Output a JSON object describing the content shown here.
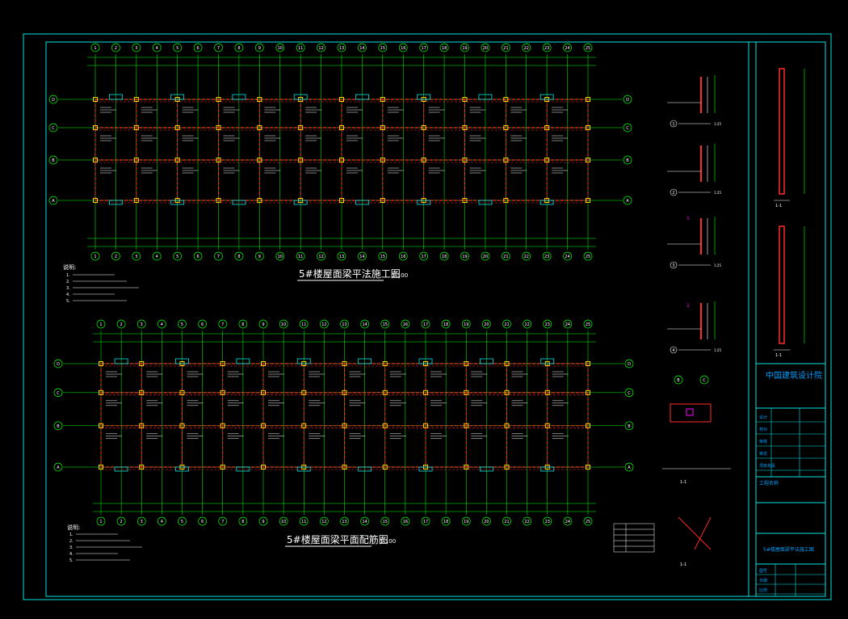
{
  "colors": {
    "background": "#000000",
    "frame": "#00e5e5",
    "grid_axis": "#00ff00",
    "beam": "#ff2a2a",
    "column": "#ffd400",
    "dimension": "#00ff00",
    "annotation": "#ffffff",
    "section_mark": "#ff00ff",
    "title_text": "#00a0ff"
  },
  "plans": {
    "upper": {
      "title": "5#楼屋面梁平法施工图",
      "scale": "1:100",
      "row_axes": [
        "D",
        "C",
        "B",
        "A"
      ],
      "col_axes": [
        "1",
        "2",
        "3",
        "4",
        "5",
        "6",
        "7",
        "8",
        "9",
        "10",
        "11",
        "12",
        "13",
        "14",
        "15",
        "16",
        "17",
        "18",
        "19",
        "20",
        "21",
        "22",
        "23",
        "24",
        "25"
      ],
      "notes_heading": "说明:",
      "notes": [
        "1.",
        "2.",
        "3.",
        "4.",
        "5."
      ]
    },
    "lower": {
      "title": "5#楼屋面梁平面配筋图",
      "scale": "1:100",
      "row_axes": [
        "D",
        "C",
        "B",
        "A"
      ],
      "col_axes": [
        "1",
        "2",
        "3",
        "4",
        "5",
        "6",
        "7",
        "8",
        "9",
        "10",
        "11",
        "12",
        "13",
        "14",
        "15",
        "16",
        "17",
        "18",
        "19",
        "20",
        "21",
        "22",
        "23",
        "24",
        "25"
      ],
      "notes_heading": "说明:",
      "notes": [
        "1.",
        "2.",
        "3.",
        "4.",
        "5."
      ]
    }
  },
  "details": {
    "sections": [
      {
        "label": "1",
        "scale": "1:25"
      },
      {
        "label": "2",
        "scale": "1:25"
      },
      {
        "label": "3",
        "scale": "1:25"
      },
      {
        "label": "4",
        "scale": "1:25"
      }
    ],
    "axis_pair": [
      "B",
      "C"
    ],
    "cut_label": "1-1",
    "bottom_detail_label": "1-1"
  },
  "title_block": {
    "company": "中国建筑设计院",
    "project_label": "工程名称",
    "drawing_title": "5#楼屋面梁平法施工图",
    "rows": [
      "设计",
      "校对",
      "审核",
      "审定",
      "项目负责"
    ],
    "bottom_rows": [
      "图号",
      "日期",
      "比例"
    ],
    "section_side_labels": [
      "1-1",
      "1-1"
    ]
  }
}
